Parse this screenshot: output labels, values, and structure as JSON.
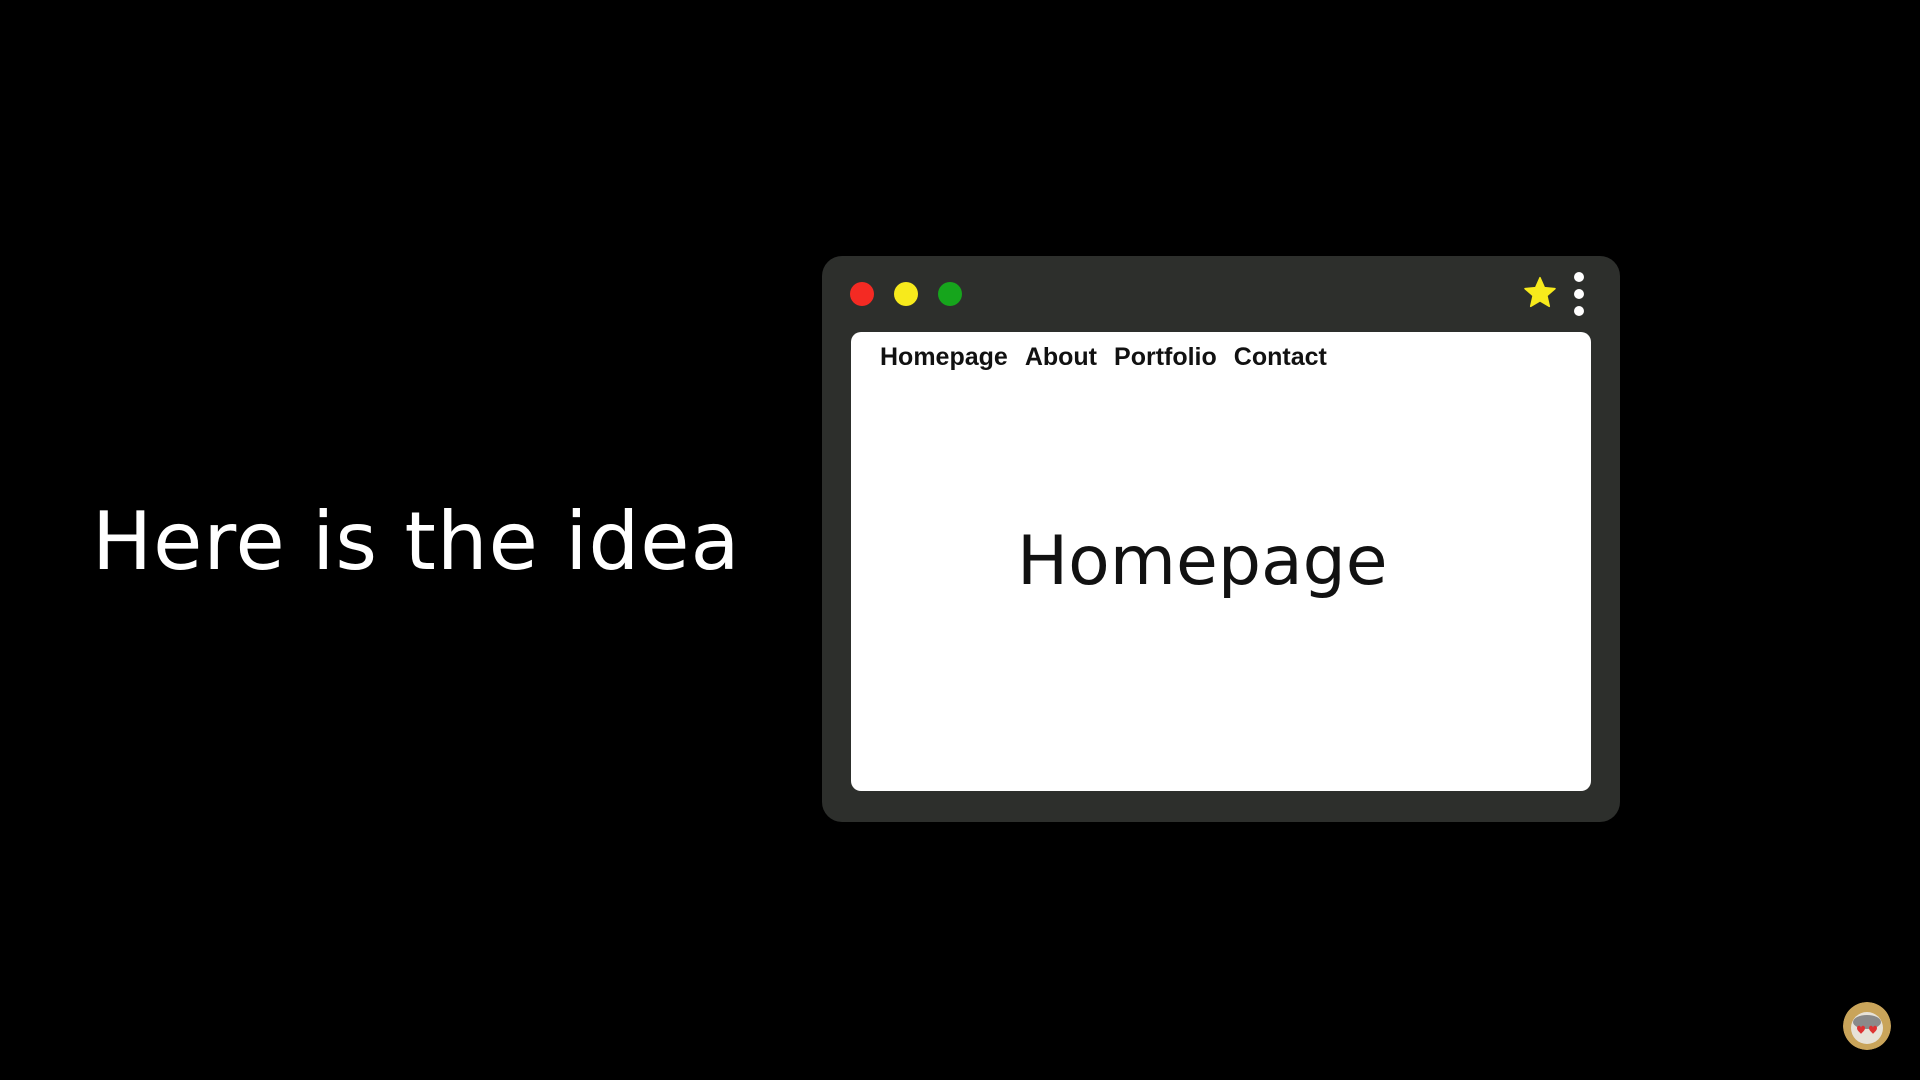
{
  "slide": {
    "headline": "Here is the idea"
  },
  "browser": {
    "nav": [
      {
        "label": "Homepage"
      },
      {
        "label": "About"
      },
      {
        "label": "Portfolio"
      },
      {
        "label": "Contact"
      }
    ],
    "page_heading": "Homepage",
    "icons": {
      "close": "red-dot-icon",
      "minimize": "yellow-dot-icon",
      "maximize": "green-dot-icon",
      "bookmark": "star-icon",
      "menu": "kebab-menu-icon"
    }
  },
  "colors": {
    "background": "#000000",
    "window_frame": "#2d2f2c",
    "close": "#f42a23",
    "minimize": "#f7ea1c",
    "maximize": "#16a51c",
    "star": "#f7ea1c"
  },
  "overlay": {
    "avatar": "channel-avatar-icon"
  }
}
